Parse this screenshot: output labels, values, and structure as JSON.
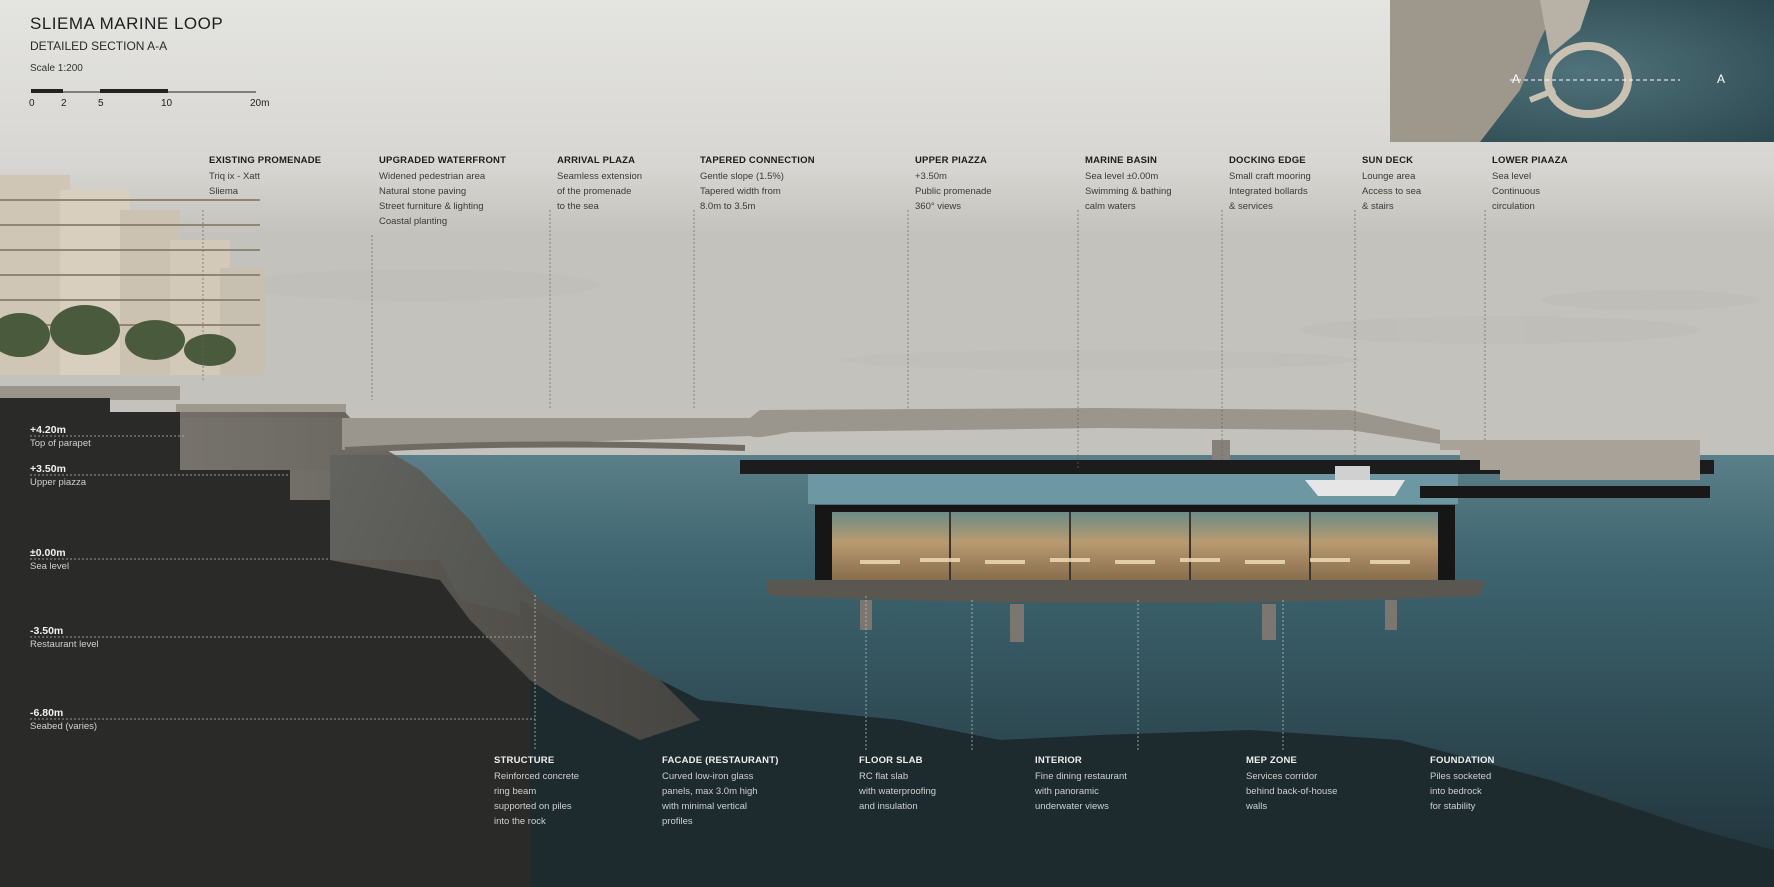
{
  "header": {
    "title": "SLIEMA MARINE LOOP",
    "subtitle": "DETAILED SECTION A-A",
    "scale_text": "Scale 1:200",
    "scale_ticks": [
      "0",
      "2",
      "5",
      "10",
      "20m"
    ]
  },
  "key_plan": {
    "marker_left": "A",
    "marker_right": "A"
  },
  "upper_labels": [
    {
      "heading": "EXISTING PROMENADE",
      "lines": [
        "Triq ix - Xatt",
        "Sliema"
      ]
    },
    {
      "heading": "UPGRADED WATERFRONT",
      "lines": [
        "Widened pedestrian area",
        "Natural stone paving",
        "Street furniture & lighting",
        "Coastal planting"
      ]
    },
    {
      "heading": "ARRIVAL PLAZA",
      "lines": [
        "Seamless extension",
        "of the promenade",
        "to the sea"
      ]
    },
    {
      "heading": "TAPERED CONNECTION",
      "lines": [
        "Gentle slope (1.5%)",
        "Tapered width from",
        "8.0m to 3.5m"
      ]
    },
    {
      "heading": "UPPER PIAZZA",
      "lines": [
        "+3.50m",
        "Public promenade",
        "360° views"
      ]
    },
    {
      "heading": "MARINE BASIN",
      "lines": [
        "Sea level ±0.00m",
        "Swimming & bathing",
        "calm waters"
      ]
    },
    {
      "heading": "DOCKING EDGE",
      "lines": [
        "Small craft mooring",
        "Integrated bollards",
        "& services"
      ]
    },
    {
      "heading": "SUN DECK",
      "lines": [
        "Lounge area",
        "Access to sea",
        "& stairs"
      ]
    },
    {
      "heading": "LOWER PIAAZA",
      "lines": [
        "Sea level",
        "Continuous",
        "circulation"
      ]
    }
  ],
  "levels": [
    {
      "value": "+4.20m",
      "caption": "Top of parapet"
    },
    {
      "value": "+3.50m",
      "caption": "Upper piazza"
    },
    {
      "value": "±0.00m",
      "caption": "Sea level"
    },
    {
      "value": "-3.50m",
      "caption": "Restaurant level"
    },
    {
      "value": "-6.80m",
      "caption": "Seabed (varies)"
    }
  ],
  "lower_labels": [
    {
      "heading": "STRUCTURE",
      "lines": [
        "Reinforced concrete",
        "ring beam",
        "supported on piles",
        "into the rock"
      ]
    },
    {
      "heading": "FACADE (RESTAURANT)",
      "lines": [
        "Curved low-iron glass",
        "panels, max 3.0m high",
        "with minimal vertical",
        "profiles"
      ]
    },
    {
      "heading": "FLOOR SLAB",
      "lines": [
        "RC flat slab",
        "with waterproofing",
        "and insulation"
      ]
    },
    {
      "heading": "INTERIOR",
      "lines": [
        "Fine dining restaurant",
        "with panoramic",
        "underwater views"
      ]
    },
    {
      "heading": "MEP ZONE",
      "lines": [
        "Services corridor",
        "behind back-of-house",
        "walls"
      ]
    },
    {
      "heading": "FOUNDATION",
      "lines": [
        "Piles socketed",
        "into bedrock",
        "for stability"
      ]
    }
  ],
  "colors": {
    "sky_top": "#dedfdc",
    "sky_bottom": "#c9c7c0",
    "sea": "#3f6670",
    "deep_sea": "#2e4a52",
    "rock": "#2c2c2b",
    "concrete": "#8e8a83",
    "restaurant_glow": "#c8a878"
  }
}
